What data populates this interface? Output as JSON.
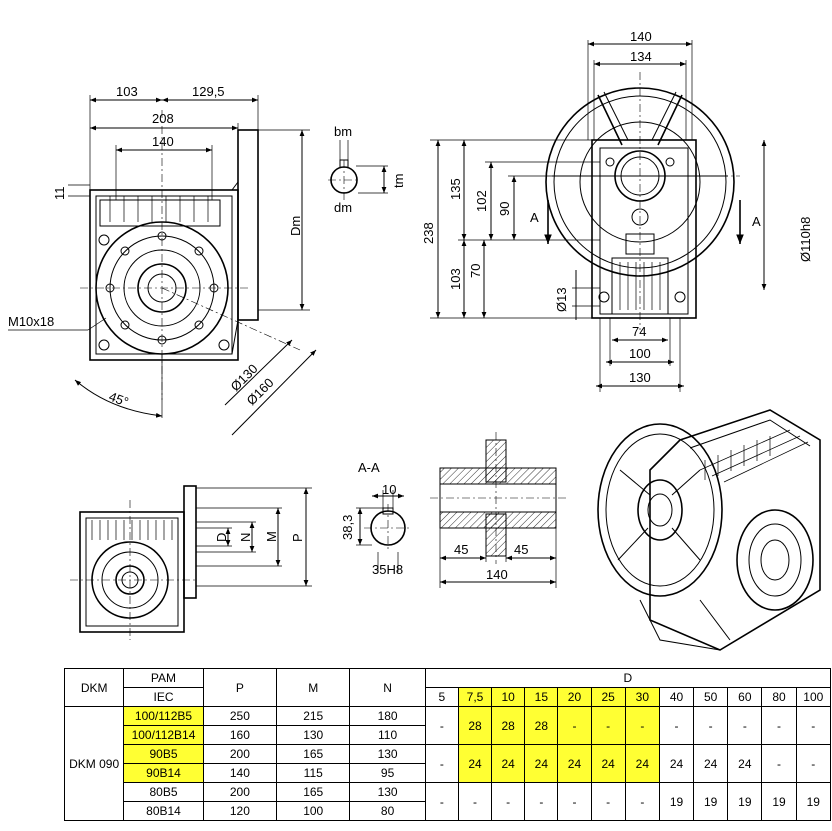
{
  "drawing": {
    "front_view": {
      "dims": [
        "103",
        "129,5",
        "208",
        "140",
        "11",
        "Dm",
        "M10x18",
        "45°",
        "Ø130",
        "Ø160"
      ]
    },
    "shaft_key": {
      "dims": [
        "bm",
        "tm",
        "dm"
      ]
    },
    "side_view": {
      "dims": [
        "140",
        "134",
        "238",
        "135",
        "102",
        "90",
        "103",
        "70",
        "Ø13",
        "A",
        "A",
        "Ø110h8",
        "74",
        "100",
        "130"
      ]
    },
    "flange_view": {
      "dims": [
        "D",
        "N",
        "M",
        "P"
      ]
    },
    "section_aa": {
      "title": "A-A",
      "dims": [
        "10",
        "38,3",
        "35H8"
      ]
    },
    "hollow_shaft": {
      "dims": [
        "45",
        "45",
        "140"
      ]
    }
  },
  "table": {
    "headers": {
      "dkm": "DKM",
      "pam": "PAM",
      "iec": "IEC",
      "p": "P",
      "m": "M",
      "n": "N",
      "d": "D"
    },
    "ratios": [
      "5",
      "7,5",
      "10",
      "15",
      "20",
      "25",
      "30",
      "40",
      "50",
      "60",
      "80",
      "100"
    ],
    "model": "DKM 090",
    "rows": [
      {
        "iec": "100/112B5",
        "p": "250",
        "m": "215",
        "n": "180"
      },
      {
        "iec": "100/112B14",
        "p": "160",
        "m": "130",
        "n": "110"
      },
      {
        "iec": "90B5",
        "p": "200",
        "m": "165",
        "n": "130"
      },
      {
        "iec": "90B14",
        "p": "140",
        "m": "115",
        "n": "95"
      },
      {
        "iec": "80B5",
        "p": "200",
        "m": "165",
        "n": "130"
      },
      {
        "iec": "80B14",
        "p": "120",
        "m": "100",
        "n": "80"
      }
    ],
    "groups": [
      [
        "-",
        "28",
        "28",
        "28",
        "-",
        "-",
        "-",
        "-",
        "-",
        "-",
        "-",
        "-"
      ],
      [
        "-",
        "24",
        "24",
        "24",
        "24",
        "24",
        "24",
        "24",
        "24",
        "24",
        "-",
        "-"
      ],
      [
        "-",
        "-",
        "-",
        "-",
        "-",
        "-",
        "-",
        "19",
        "19",
        "19",
        "19",
        "19"
      ]
    ],
    "highlight_color": "#ffff33"
  }
}
